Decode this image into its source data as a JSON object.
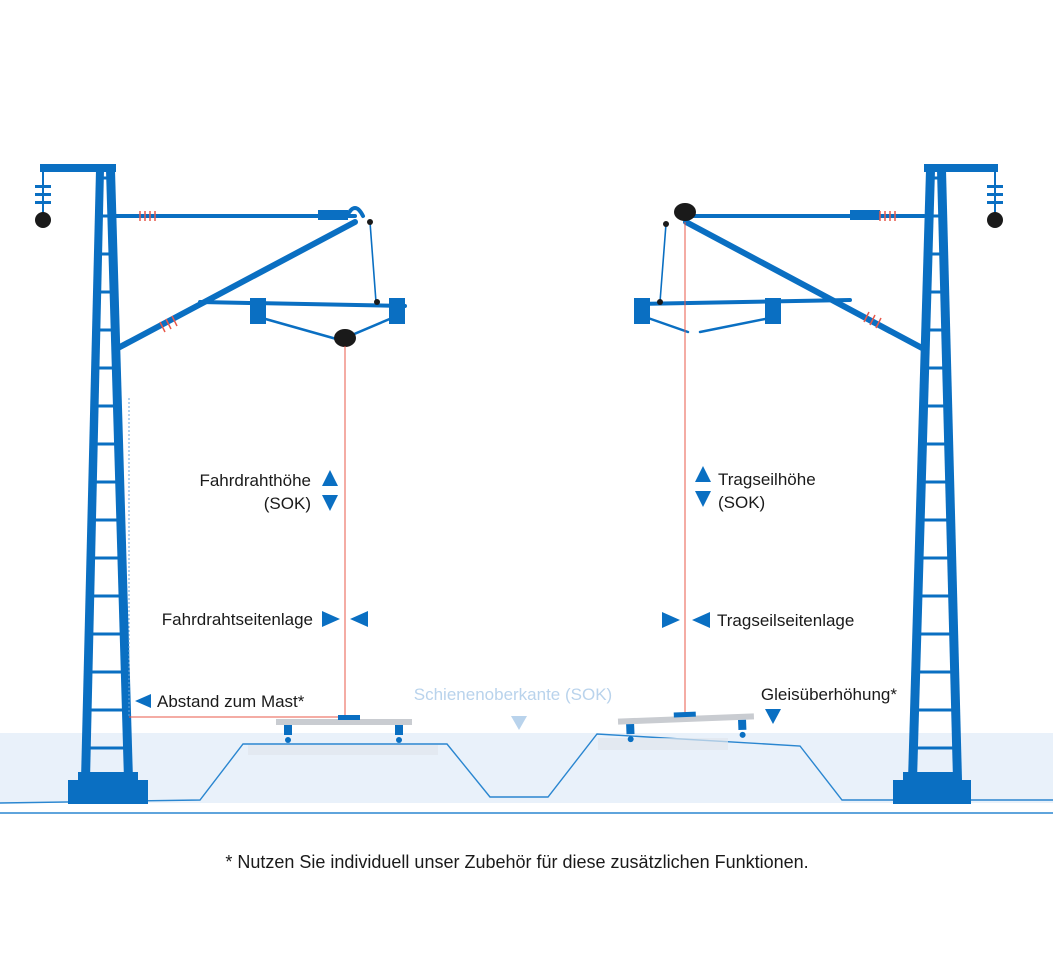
{
  "colors": {
    "mast": "#0a6fc2",
    "ground_band": "#e9f1fa",
    "ground_line": "#2a86d0",
    "measure_line": "#e8584a",
    "rail": "#c9ccd1",
    "insulator_dark": "#1a1a1a",
    "label": "#1a1a1a",
    "label_muted": "#b9d3ec"
  },
  "labels": {
    "contact_wire_height_line1": "Fahrdrahthöhe",
    "contact_wire_height_line2": "(SOK)",
    "contact_wire_stagger": "Fahrdrahtseitenlage",
    "distance_to_mast": "Abstand zum Mast*",
    "rail_top_edge": "Schienenoberkante (SOK)",
    "messenger_wire_height_line1": "Tragseilhöhe",
    "messenger_wire_height_line2": "(SOK)",
    "messenger_wire_stagger": "Tragseilseitenlage",
    "cant": "Gleisüberhöhung*"
  },
  "footnote": "* Nutzen Sie individuell unser Zubehör für diese zusätzlichen Funktionen.",
  "icons": {
    "up_arrow": "triangle-up-icon",
    "down_arrow": "triangle-down-icon",
    "left_arrow": "triangle-left-icon",
    "right_arrow": "triangle-right-icon",
    "insulator": "insulator-icon"
  }
}
